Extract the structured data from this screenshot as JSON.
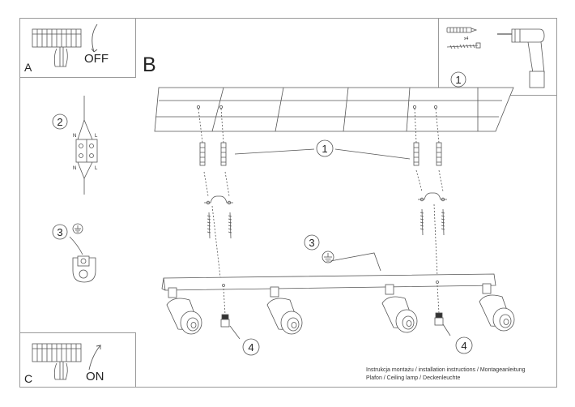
{
  "panels": {
    "a": {
      "letter": "A",
      "state": "OFF"
    },
    "c": {
      "letter": "C",
      "state": "ON"
    },
    "tools": {
      "step": "1",
      "quantity": "x4"
    }
  },
  "main": {
    "letter": "B"
  },
  "steps": {
    "one": "1",
    "two": "2",
    "three": "3",
    "four": "4"
  },
  "wiring": {
    "n": "N",
    "l": "L"
  },
  "caption": {
    "line1": "Instrukcja montażu / installation instructions / Montageanleitung",
    "line2": "Plafon / Ceiling lamp / Deckenleuchte"
  }
}
